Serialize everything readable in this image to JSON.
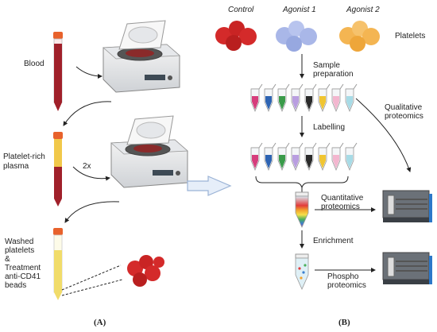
{
  "panel_a": {
    "label": "(A)",
    "blood": "Blood",
    "prp_line1": "Platelet-rich",
    "prp_line2": "plasma",
    "spin_count": "2x",
    "washed_lines": [
      "Washed",
      "platelets",
      "&",
      "Treatment",
      "anti-CD41",
      "beads"
    ]
  },
  "panel_b": {
    "label": "(B)",
    "conditions": [
      "Control",
      "Agonist 1",
      "Agonist 2"
    ],
    "platelets": "Platelets",
    "sample_prep_line1": "Sample",
    "sample_prep_line2": "preparation",
    "labelling": "Labelling",
    "qualitative_line1": "Qualitative",
    "qualitative_line2": "proteomics",
    "quantitative_line1": "Quantitative",
    "quantitative_line2": "proteomics",
    "enrichment": "Enrichment",
    "phospho_line1": "Phospho",
    "phospho_line2": "proteomics"
  },
  "colors": {
    "control": "#d42a2a",
    "agonist1": "#a9b7e8",
    "agonist2": "#f4b552",
    "blood": "#a0202a",
    "plasma": "#f1c84a",
    "tube_cap": "#e8622c",
    "tubes": [
      "#d63d7c",
      "#2e64b3",
      "#3a9b4a",
      "#b99ee0",
      "#2b2b2b",
      "#f0c531",
      "#f3b6cf",
      "#a7dbe6"
    ]
  }
}
